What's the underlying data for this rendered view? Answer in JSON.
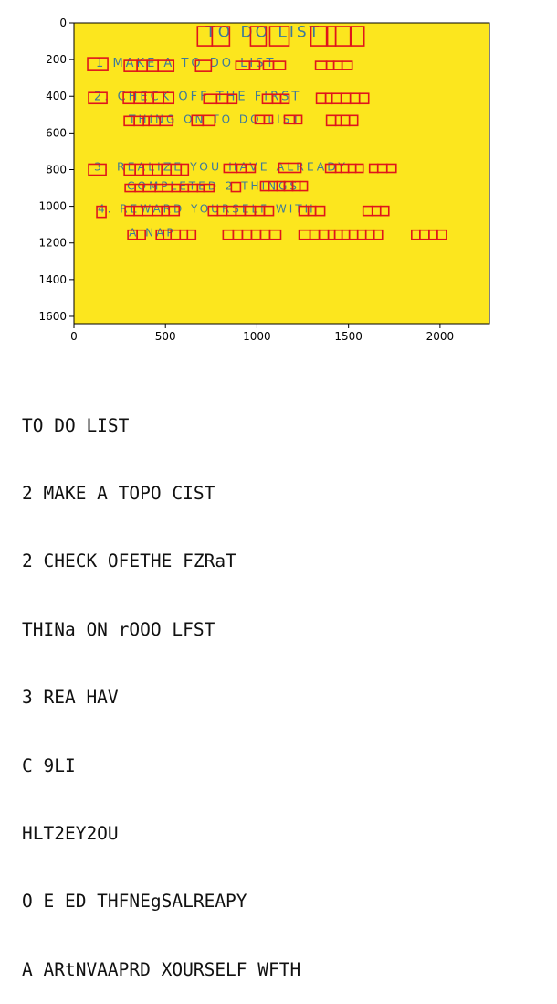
{
  "figure": {
    "xlim": [
      0,
      2270
    ],
    "ylim": [
      1640,
      0
    ],
    "xticks": [
      0,
      500,
      1000,
      1500,
      2000
    ],
    "yticks": [
      0,
      200,
      400,
      600,
      800,
      1000,
      1200,
      1400,
      1600
    ],
    "xtick_labels": [
      "0",
      "500",
      "1000",
      "1500",
      "2000"
    ],
    "ytick_labels": [
      "0",
      "200",
      "400",
      "600",
      "800",
      "1000",
      "1200",
      "1400",
      "1600"
    ],
    "background_color": "#fce61e",
    "box_color": "#e0151b",
    "ink_color": "#3d7a9a",
    "handwritten_lines": [
      "TO DO LIST",
      "1 MAKE A TO DO LIST",
      "2. CHECK OFF THE FIRST",
      "THING ON TO DO LIST",
      "3. REALIZE YOU HAVE ALREADY",
      "COMPLETED 2 THINGS",
      "4. REWARD YOURSELF WITH",
      "A NAP"
    ]
  },
  "chart_data": {
    "type": "scatter",
    "xlim": [
      0,
      2270
    ],
    "ylim": [
      1640,
      0
    ],
    "grid": false,
    "detection_boxes": [
      [
        675,
        20,
        755,
        125
      ],
      [
        755,
        20,
        850,
        125
      ],
      [
        965,
        20,
        1050,
        125
      ],
      [
        1070,
        20,
        1175,
        125
      ],
      [
        1295,
        20,
        1380,
        125
      ],
      [
        1385,
        20,
        1430,
        125
      ],
      [
        1430,
        20,
        1510,
        125
      ],
      [
        1515,
        20,
        1585,
        125
      ],
      [
        75,
        190,
        185,
        260
      ],
      [
        275,
        205,
        345,
        265
      ],
      [
        345,
        205,
        400,
        265
      ],
      [
        400,
        205,
        460,
        265
      ],
      [
        460,
        205,
        545,
        265
      ],
      [
        665,
        205,
        750,
        265
      ],
      [
        885,
        210,
        960,
        255
      ],
      [
        960,
        210,
        1015,
        255
      ],
      [
        1035,
        210,
        1090,
        255
      ],
      [
        1090,
        210,
        1155,
        255
      ],
      [
        1320,
        210,
        1380,
        255
      ],
      [
        1380,
        210,
        1420,
        255
      ],
      [
        1420,
        210,
        1465,
        255
      ],
      [
        1465,
        210,
        1520,
        255
      ],
      [
        80,
        380,
        180,
        440
      ],
      [
        270,
        380,
        330,
        440
      ],
      [
        330,
        380,
        390,
        440
      ],
      [
        390,
        380,
        435,
        440
      ],
      [
        435,
        380,
        490,
        440
      ],
      [
        490,
        380,
        545,
        440
      ],
      [
        710,
        390,
        780,
        440
      ],
      [
        780,
        390,
        840,
        440
      ],
      [
        840,
        390,
        890,
        440
      ],
      [
        1030,
        390,
        1085,
        440
      ],
      [
        1085,
        390,
        1130,
        440
      ],
      [
        1130,
        390,
        1175,
        440
      ],
      [
        1325,
        385,
        1375,
        440
      ],
      [
        1375,
        385,
        1410,
        440
      ],
      [
        1410,
        385,
        1460,
        440
      ],
      [
        1460,
        385,
        1510,
        440
      ],
      [
        1510,
        385,
        1560,
        440
      ],
      [
        1560,
        385,
        1610,
        440
      ],
      [
        275,
        510,
        330,
        560
      ],
      [
        330,
        510,
        380,
        560
      ],
      [
        380,
        510,
        410,
        560
      ],
      [
        410,
        510,
        470,
        560
      ],
      [
        470,
        510,
        540,
        560
      ],
      [
        645,
        505,
        705,
        560
      ],
      [
        705,
        505,
        770,
        560
      ],
      [
        990,
        505,
        1040,
        550
      ],
      [
        1040,
        505,
        1085,
        550
      ],
      [
        1150,
        505,
        1205,
        550
      ],
      [
        1205,
        505,
        1245,
        550
      ],
      [
        1380,
        505,
        1430,
        560
      ],
      [
        1430,
        505,
        1460,
        560
      ],
      [
        1460,
        505,
        1505,
        560
      ],
      [
        1505,
        505,
        1550,
        560
      ],
      [
        80,
        770,
        175,
        830
      ],
      [
        275,
        770,
        335,
        830
      ],
      [
        335,
        770,
        380,
        830
      ],
      [
        380,
        770,
        430,
        830
      ],
      [
        430,
        770,
        480,
        830
      ],
      [
        480,
        770,
        530,
        830
      ],
      [
        530,
        770,
        585,
        830
      ],
      [
        585,
        770,
        625,
        830
      ],
      [
        820,
        770,
        890,
        815
      ],
      [
        890,
        770,
        940,
        815
      ],
      [
        940,
        770,
        990,
        815
      ],
      [
        1120,
        765,
        1240,
        815
      ],
      [
        1375,
        770,
        1430,
        815
      ],
      [
        1430,
        770,
        1460,
        815
      ],
      [
        1460,
        770,
        1500,
        815
      ],
      [
        1500,
        770,
        1540,
        815
      ],
      [
        1540,
        770,
        1580,
        815
      ],
      [
        1615,
        770,
        1660,
        815
      ],
      [
        1660,
        770,
        1710,
        815
      ],
      [
        1710,
        770,
        1760,
        815
      ],
      [
        280,
        880,
        335,
        920
      ],
      [
        335,
        880,
        380,
        920
      ],
      [
        380,
        880,
        445,
        920
      ],
      [
        445,
        880,
        485,
        920
      ],
      [
        485,
        880,
        535,
        920
      ],
      [
        535,
        880,
        580,
        920
      ],
      [
        580,
        880,
        625,
        920
      ],
      [
        625,
        880,
        675,
        920
      ],
      [
        675,
        880,
        710,
        920
      ],
      [
        710,
        880,
        765,
        920
      ],
      [
        860,
        870,
        910,
        920
      ],
      [
        1020,
        865,
        1065,
        915
      ],
      [
        1065,
        865,
        1110,
        915
      ],
      [
        1110,
        865,
        1150,
        915
      ],
      [
        1150,
        865,
        1195,
        915
      ],
      [
        1195,
        865,
        1235,
        915
      ],
      [
        1235,
        865,
        1275,
        915
      ],
      [
        125,
        1000,
        175,
        1060
      ],
      [
        280,
        1000,
        330,
        1050
      ],
      [
        330,
        1000,
        375,
        1050
      ],
      [
        375,
        1000,
        430,
        1050
      ],
      [
        430,
        1000,
        480,
        1050
      ],
      [
        480,
        1000,
        520,
        1050
      ],
      [
        520,
        1000,
        575,
        1050
      ],
      [
        735,
        1000,
        785,
        1050
      ],
      [
        785,
        1000,
        835,
        1050
      ],
      [
        835,
        1000,
        885,
        1050
      ],
      [
        885,
        1000,
        935,
        1050
      ],
      [
        935,
        1000,
        990,
        1050
      ],
      [
        990,
        1000,
        1040,
        1050
      ],
      [
        1040,
        1000,
        1090,
        1050
      ],
      [
        1230,
        1000,
        1280,
        1050
      ],
      [
        1280,
        1000,
        1320,
        1050
      ],
      [
        1320,
        1000,
        1370,
        1050
      ],
      [
        1580,
        1000,
        1630,
        1050
      ],
      [
        1630,
        1000,
        1675,
        1050
      ],
      [
        1675,
        1000,
        1720,
        1050
      ],
      [
        295,
        1130,
        345,
        1180
      ],
      [
        345,
        1130,
        390,
        1180
      ],
      [
        450,
        1130,
        490,
        1180
      ],
      [
        490,
        1130,
        530,
        1180
      ],
      [
        530,
        1130,
        580,
        1180
      ],
      [
        580,
        1130,
        620,
        1180
      ],
      [
        620,
        1130,
        665,
        1180
      ],
      [
        815,
        1130,
        870,
        1180
      ],
      [
        870,
        1130,
        920,
        1180
      ],
      [
        920,
        1130,
        970,
        1180
      ],
      [
        970,
        1130,
        1020,
        1180
      ],
      [
        1020,
        1130,
        1070,
        1180
      ],
      [
        1070,
        1130,
        1130,
        1180
      ],
      [
        1230,
        1130,
        1290,
        1180
      ],
      [
        1290,
        1130,
        1340,
        1180
      ],
      [
        1340,
        1130,
        1390,
        1180
      ],
      [
        1390,
        1130,
        1425,
        1180
      ],
      [
        1425,
        1130,
        1465,
        1180
      ],
      [
        1465,
        1130,
        1505,
        1180
      ],
      [
        1505,
        1130,
        1550,
        1180
      ],
      [
        1550,
        1130,
        1595,
        1180
      ],
      [
        1595,
        1130,
        1640,
        1180
      ],
      [
        1640,
        1130,
        1685,
        1180
      ],
      [
        1845,
        1130,
        1890,
        1180
      ],
      [
        1890,
        1130,
        1940,
        1180
      ],
      [
        1940,
        1130,
        1985,
        1180
      ],
      [
        1985,
        1130,
        2035,
        1180
      ]
    ]
  },
  "ocr_output": {
    "lines": [
      "TO DO LIST",
      "2 MAKE A TOPO CIST",
      "2 CHECK OFETHE FZRaT",
      "THINa ON rOOO LFST",
      "3 REA HAV",
      "C 9LI",
      "HLT2EY2OU",
      "O E ED THFNEgSALREAPY",
      "A ARtNVAAPRD XOURSELF WFTH"
    ]
  }
}
